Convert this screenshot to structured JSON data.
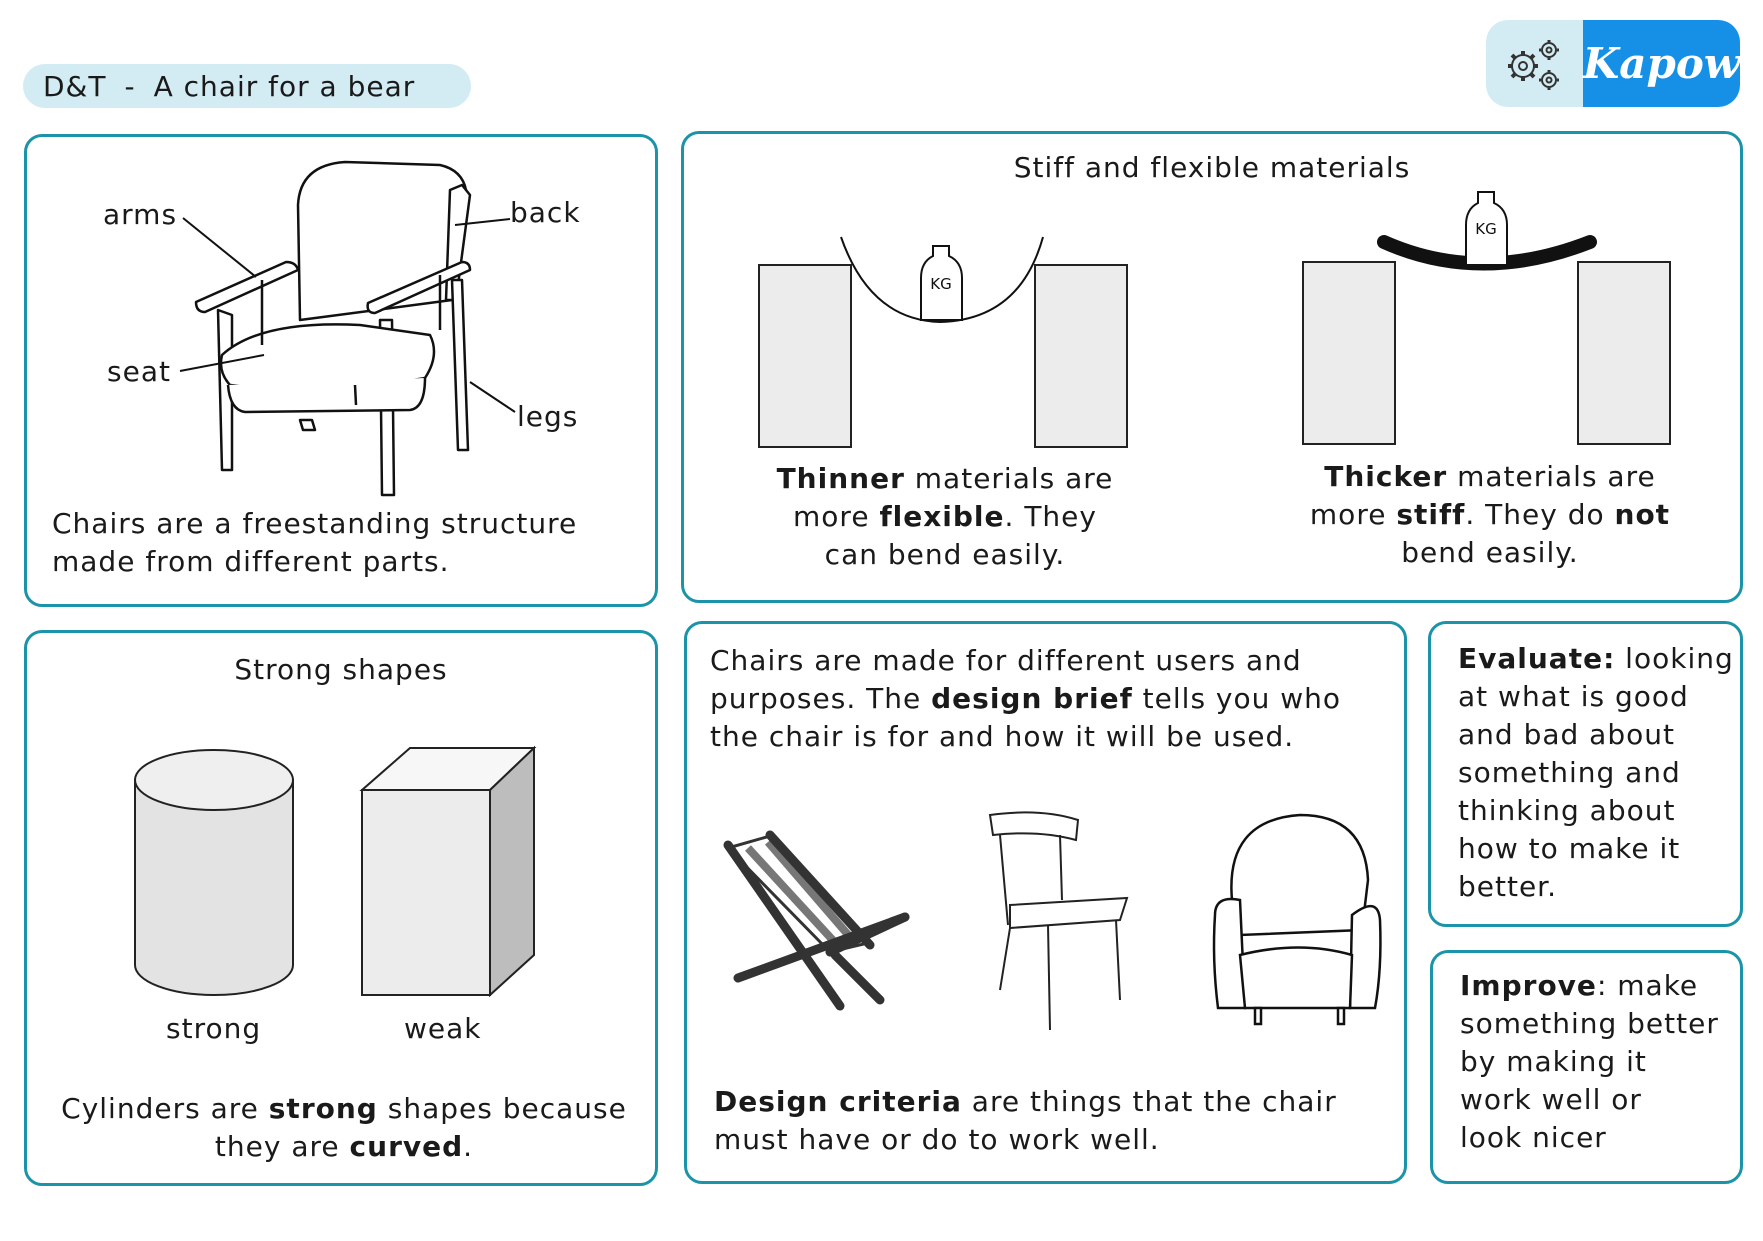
{
  "header": {
    "subject": "D&T",
    "separator": "-",
    "topic": "A chair for a bear",
    "logo_text": "Kapow",
    "logo_icon": "gears-icon"
  },
  "panels": {
    "chair_parts": {
      "labels": {
        "arms": "arms",
        "back": "back",
        "seat": "seat",
        "legs": "legs"
      },
      "caption_line1": "Chairs are a freestanding structure",
      "caption_line2": "made from different parts."
    },
    "materials": {
      "title": "Stiff and flexible materials",
      "weight_label": "KG",
      "thin": {
        "bold1": "Thinner",
        "text1": " materials are",
        "text2a": "more ",
        "bold2": "flexible",
        "text2b": ". They",
        "text3": "can bend easily."
      },
      "thick": {
        "bold1": "Thicker",
        "text1": " materials are",
        "text2a": "more ",
        "bold2": "stiff",
        "text2b": ". They do ",
        "bold3": "not",
        "text3": "bend easily."
      }
    },
    "shapes": {
      "title": "Strong shapes",
      "strong_label": "strong",
      "weak_label": "weak",
      "caption_a": "Cylinders are ",
      "caption_bold1": "strong",
      "caption_b": " shapes because",
      "caption_c": "they are ",
      "caption_bold2": "curved",
      "caption_d": "."
    },
    "design": {
      "intro_line1": "Chairs are made for different users and",
      "intro_line2a": "purposes. The ",
      "intro_bold": "design brief",
      "intro_line2b": " tells you who",
      "intro_line3": "the chair is for and how it will be used.",
      "criteria_bold": "Design criteria",
      "criteria_text1": " are things that the chair",
      "criteria_text2": "must have or do to work well."
    },
    "evaluate": {
      "term": "Evaluate:",
      "line1": " looking",
      "line2": "at what is good",
      "line3": "and bad about",
      "line4": "something and",
      "line5": "thinking about",
      "line6": "how to make it",
      "line7": "better."
    },
    "improve": {
      "term": "Improve",
      "line1": ": make",
      "line2": "something better",
      "line3": "by making it",
      "line4": "work well or",
      "line5": "look nicer"
    }
  },
  "colors": {
    "accent_border": "#1b93a9",
    "pill_bg": "#d3ecf3",
    "logo_blue": "#1590e6"
  }
}
